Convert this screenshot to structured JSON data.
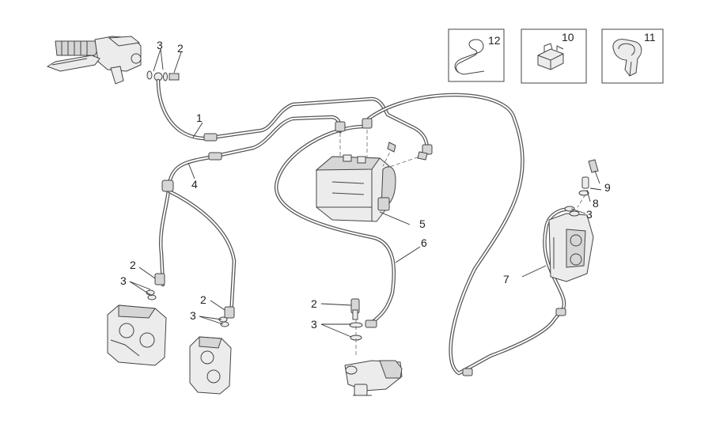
{
  "callouts": {
    "hose_front_master": "1",
    "hose_front_split": "4",
    "abs_unit": "5",
    "hose_rear_master": "6",
    "hose_rear_caliper": "7",
    "bleed_washer_upper": "8",
    "bleed_screw": "9",
    "washer_top_left": "3",
    "bolt_top_left": "2",
    "bolt_left_caliper": "2",
    "washer_left_caliper": "3",
    "bolt_right_caliper": "2",
    "washer_right_caliper": "3",
    "bolt_rear_master": "2",
    "washer_rear_master": "3",
    "washer_rear_caliper": "3"
  },
  "inset_boxes": [
    {
      "label": "12",
      "icon": "hose-hook-clip-icon"
    },
    {
      "label": "10",
      "icon": "pipe-clamp-icon"
    },
    {
      "label": "11",
      "icon": "hose-bracket-icon"
    }
  ]
}
